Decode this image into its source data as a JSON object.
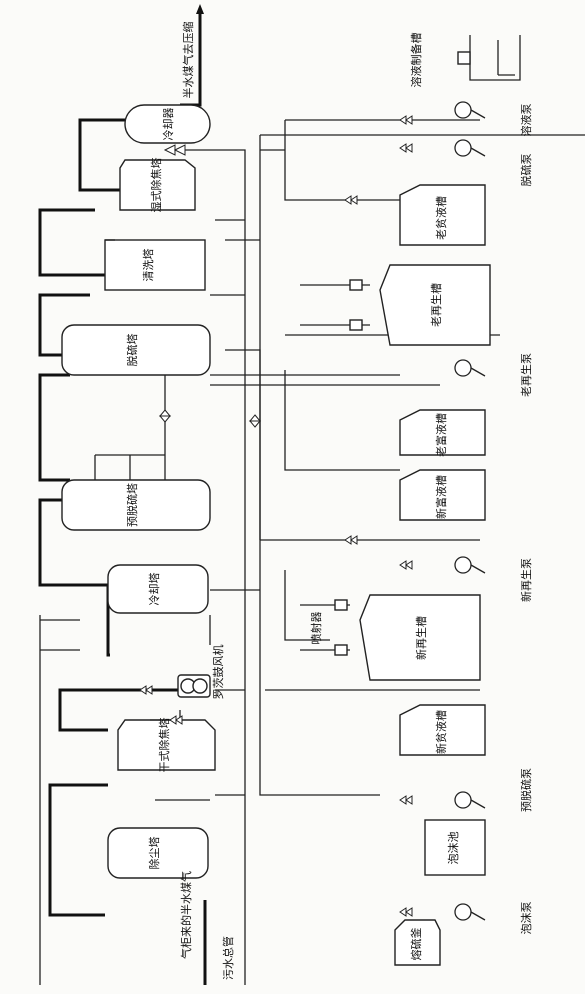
{
  "vessels": {
    "cooler": "冷却器",
    "wet_decoke": "湿式除焦塔",
    "wash_tower": "清洗塔",
    "desulf_tower": "脱硫塔",
    "pre_desulf_tower": "预脱硫塔",
    "cooling_tower": "冷却塔",
    "dry_decoke": "干式除焦塔",
    "dust_tower": "除尘塔",
    "old_lean_tank": "老贫液槽",
    "old_regen_tank": "老再生槽",
    "old_rich_tank": "老富液槽",
    "new_rich_tank": "新富液槽",
    "new_regen_tank": "新再生槽",
    "new_lean_tank": "新贫液槽",
    "foam_pool": "泡沫池",
    "sulfur_melter": "熔硫釜"
  },
  "labels": {
    "gas_out": "半水煤气去压缩",
    "solution_prep": "溶液制备槽",
    "dissolve_pump": "溶液泵",
    "desulf_pump": "脱硫泵",
    "old_regen_pump": "老再生泵",
    "new_regen_pump": "新再生泵",
    "pre_desulf_pump": "预脱硫泵",
    "foam_pump": "泡沫泵",
    "roots_blower": "罗茨鼓风机",
    "ejector": "喷射器",
    "gas_in": "气柜来的半水煤气",
    "sewage_main": "污水总管"
  }
}
